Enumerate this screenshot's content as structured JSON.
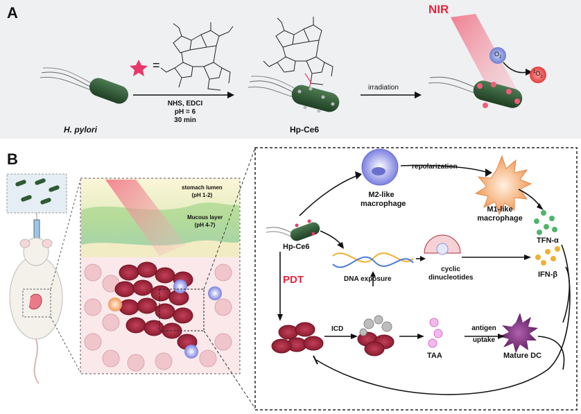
{
  "panel_a": {
    "letter": "A",
    "bacterium_label": "H. pylori",
    "equals": "=",
    "reaction_conditions": [
      "NHS, EDCI",
      "pH = 6",
      "30 min"
    ],
    "conjugate_label": "Hp-Ce6",
    "irradiation_label": "irradiation",
    "nir_label": "NIR",
    "oxygen_label": "O",
    "oxygen_sub": "2",
    "singlet_oxygen_pre": "1",
    "singlet_oxygen_label": "O",
    "singlet_oxygen_sub": "2",
    "colors": {
      "nir": "#e8243c",
      "ce6_star": "#e8376b",
      "bacterium": "#2f5a34",
      "o2": "#7f8fd6",
      "singlet": "#ee4d4d"
    }
  },
  "panel_b": {
    "letter": "B",
    "stomach_lumen": [
      "stomach lumen",
      "(pH 1-2)"
    ],
    "mucous_layer": [
      "Mucous layer",
      "(pH 4-7)"
    ],
    "hp_ce6": "Hp-Ce6",
    "pdt": "PDT",
    "m2_macrophage": [
      "M2-like",
      "macrophage"
    ],
    "repolarization": "repolarization",
    "m1_macrophage": [
      "M1-like",
      "macrophage"
    ],
    "tnf": "TFN-α",
    "dna_exposure": "DNA exposure",
    "cyclic_dinucleotides": [
      "cyclic",
      "dinucleotides"
    ],
    "ifn": "IFN-β",
    "icd": "ICD",
    "taa": "TAA",
    "antigen_uptake": [
      "antigen",
      "uptake"
    ],
    "mature_dc": "Mature DC",
    "colors": {
      "pdt": "#e8243c",
      "tumor_cell": "#b0283a",
      "m2": "#8a8de8",
      "m1": "#f4a46a",
      "tnf_dots": "#4fb56a",
      "ifn_dots": "#f0b030",
      "taa": "#e06ad0",
      "dc": "#7a2f7a"
    }
  }
}
